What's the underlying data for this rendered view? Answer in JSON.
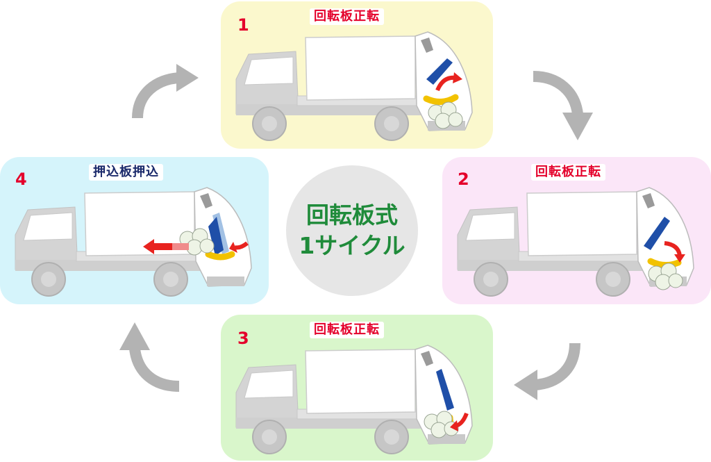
{
  "center": {
    "line1": "回転板式",
    "line2": "1サイクル"
  },
  "steps": [
    {
      "number": "1",
      "title": "回転板正転"
    },
    {
      "number": "2",
      "title": "回転板正転"
    },
    {
      "number": "3",
      "title": "回転板正転"
    },
    {
      "number": "4",
      "title": "押込板押込"
    }
  ],
  "colors": {
    "step1_bg": "#fbf8cd",
    "step2_bg": "#fbe6f8",
    "step3_bg": "#d9f6cb",
    "step4_bg": "#d5f4fb",
    "number_red": "#e4002b",
    "title_red": "#e4002b",
    "title_navy": "#1b2a6b",
    "center_green": "#1f8b3a",
    "cycle_arrow_gray": "#b3b3b3",
    "motion_arrow_red": "#e8231f",
    "rotating_plate_blue": "#1f4fa8"
  },
  "icons": [
    "garbage-truck-icon",
    "rotating-plate-icon",
    "garbage-bags-icon",
    "red-motion-arrow-icon",
    "gray-cycle-arrow-icon"
  ]
}
